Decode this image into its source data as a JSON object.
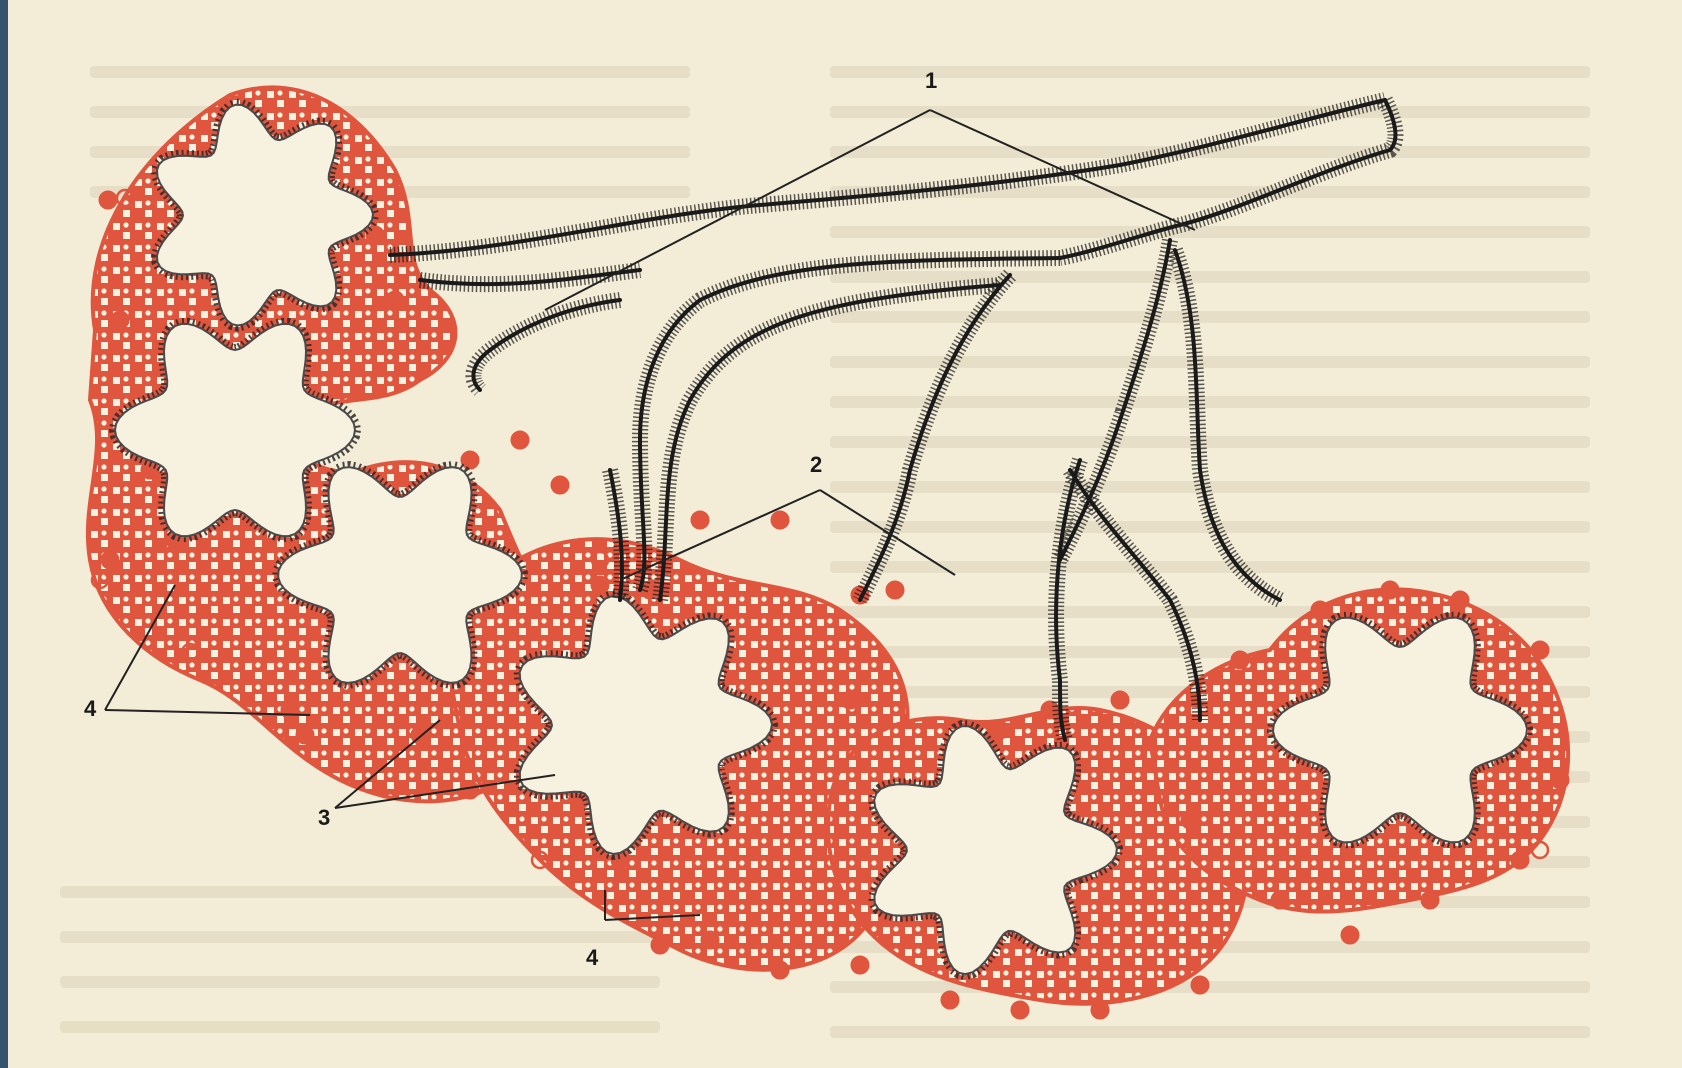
{
  "figure": {
    "labels": [
      "1",
      "2",
      "3",
      "4"
    ],
    "colors": {
      "paper": "#f3ecd6",
      "duct": "#1a1a1a",
      "acinus_cells": "#e0553e",
      "lumen": "#f7f1df",
      "leader": "#222222"
    }
  }
}
